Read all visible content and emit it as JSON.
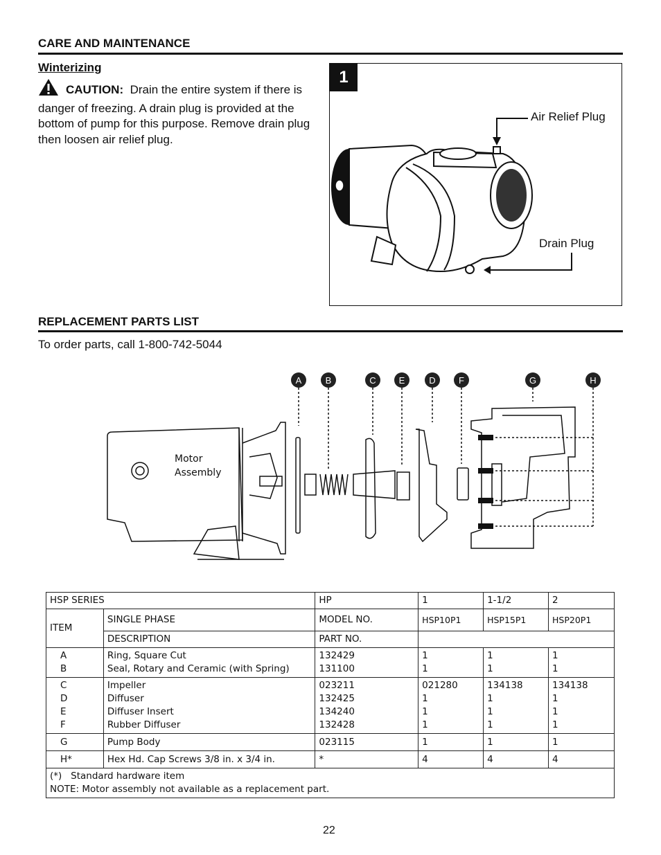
{
  "care": {
    "heading": "CARE AND MAINTENANCE",
    "subheading": "Winterizing",
    "caution_label": "CAUTION:",
    "caution_text": "Drain the entire system if there is danger of freezing. A drain plug is provided at the bottom of pump for this purpose. Remove drain plug then loosen air relief plug."
  },
  "figure1": {
    "number": "1",
    "air_relief_label": "Air Relief Plug",
    "drain_plug_label": "Drain Plug"
  },
  "parts": {
    "heading": "REPLACEMENT PARTS LIST",
    "order_text": "To order parts, call 1-800-742-5044",
    "badges": [
      "A",
      "B",
      "C",
      "E",
      "D",
      "F",
      "G",
      "H"
    ],
    "motor_label_1": "Motor",
    "motor_label_2": "Assembly"
  },
  "table": {
    "series_label": "HSP SERIES",
    "hp_label": "HP",
    "hp": [
      "1",
      "1-1/2",
      "2"
    ],
    "item_label": "ITEM",
    "phase_label": "SINGLE PHASE",
    "model_label": "MODEL NO.",
    "models": [
      "HSP10P1",
      "HSP15P1",
      "HSP20P1"
    ],
    "description_label": "DESCRIPTION",
    "part_label": "PART NO.",
    "groups": [
      {
        "items": [
          "A",
          "B"
        ],
        "descriptions": [
          "Ring, Square Cut",
          "Seal, Rotary and Ceramic (with Spring)"
        ],
        "parts": [
          "132429",
          "131100"
        ],
        "qty1": [
          "1",
          "1"
        ],
        "qty2": [
          "1",
          "1"
        ],
        "qty3": [
          "1",
          "1"
        ]
      },
      {
        "items": [
          "C",
          "D",
          "E",
          "F"
        ],
        "descriptions": [
          "Impeller",
          "Diffuser",
          "Diffuser Insert",
          "Rubber Diffuser"
        ],
        "parts": [
          "023211",
          "132425",
          "134240",
          "132428"
        ],
        "qty1": [
          "021280",
          "1",
          "1",
          "1"
        ],
        "qty2": [
          "134138",
          "1",
          "1",
          "1"
        ],
        "qty3": [
          "134138",
          "1",
          "1",
          "1"
        ]
      },
      {
        "items": [
          "G"
        ],
        "descriptions": [
          "Pump Body"
        ],
        "parts": [
          "023115"
        ],
        "qty1": [
          "1"
        ],
        "qty2": [
          "1"
        ],
        "qty3": [
          "1"
        ]
      },
      {
        "items": [
          "H*"
        ],
        "descriptions": [
          "Hex Hd. Cap Screws 3/8 in. x 3/4 in."
        ],
        "parts": [
          "*"
        ],
        "qty1": [
          "4"
        ],
        "qty2": [
          "4"
        ],
        "qty3": [
          "4"
        ]
      }
    ],
    "footnote_1": "(*)   Standard hardware item",
    "footnote_2": "NOTE: Motor assembly not available as a replacement part."
  },
  "page_number": "22"
}
